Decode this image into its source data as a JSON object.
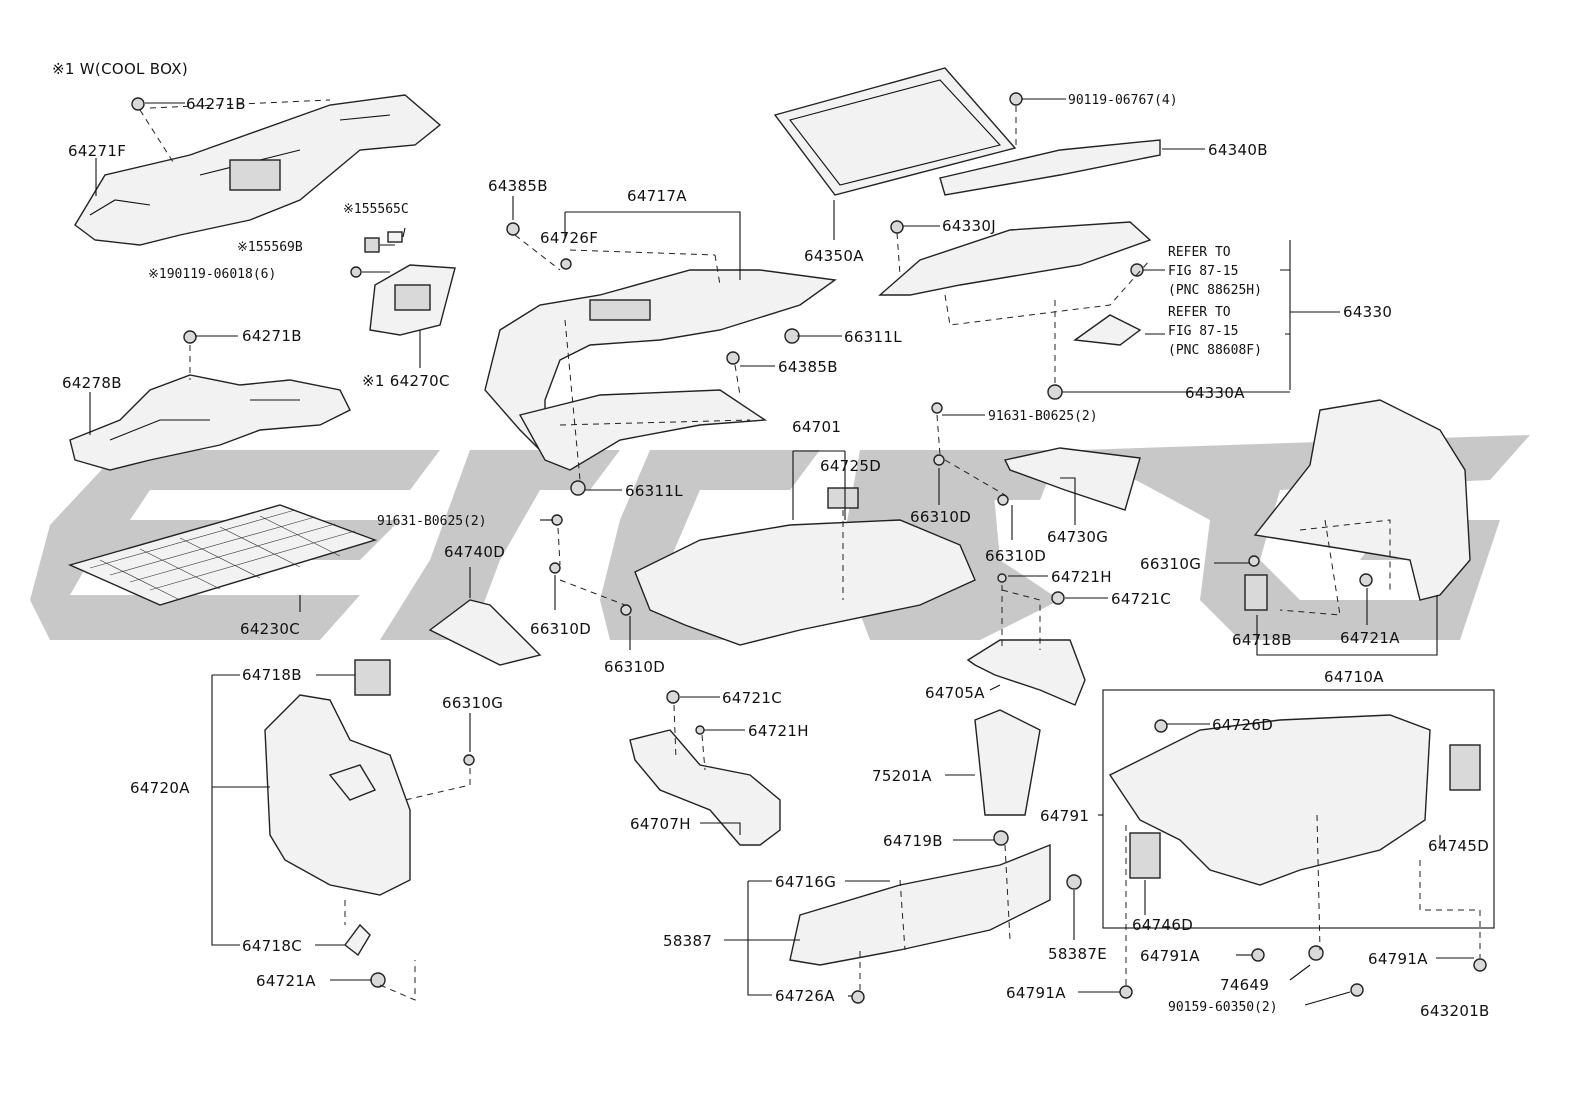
{
  "header_note": "※1 W(COOL BOX)",
  "figure_id": "643201B",
  "labels": {
    "p64271B_a": "64271B",
    "p64271F": "64271F",
    "p55565C": "※155565C",
    "p55569B": "※155569B",
    "p90119_06018": "※190119-06018(6)",
    "p64271B_b": "64271B",
    "p64278B": "64278B",
    "p64270C": "※1 64270C",
    "p64230C": "64230C",
    "p64385B_a": "64385B",
    "p64717A": "64717A",
    "p64726F": "64726F",
    "p66311L_a": "66311L",
    "p64385B_b": "64385B",
    "p66311L_b": "66311L",
    "p91631_a": "91631-B0625(2)",
    "p64740D": "64740D",
    "p66310D_a": "66310D",
    "p66310D_b": "66310D",
    "p90119_06767": "90119-06767(4)",
    "p64340B": "64340B",
    "p64350A": "64350A",
    "p64330J": "64330J",
    "refer1_a": "REFER TO",
    "refer1_b": "FIG 87-15",
    "refer1_c": "(PNC 88625H)",
    "refer2_a": "REFER TO",
    "refer2_b": "FIG 87-15",
    "refer2_c": "(PNC 88608F)",
    "p64330": "64330",
    "p64330A": "64330A",
    "p91631_b": "91631-B0625(2)",
    "p64701": "64701",
    "p64725D": "64725D",
    "p66310D_c": "66310D",
    "p66310D_d": "66310D",
    "p64730G": "64730G",
    "p64721H_a": "64721H",
    "p64721C_a": "64721C",
    "p64705A": "64705A",
    "p66310G_a": "66310G",
    "p64718B_a": "64718B",
    "p64721A_a": "64721A",
    "p64710A": "64710A",
    "p64718B_b": "64718B",
    "p66310G_b": "66310G",
    "p64720A": "64720A",
    "p64718C": "64718C",
    "p64721A_b": "64721A",
    "p64721C_b": "64721C",
    "p64721H_b": "64721H",
    "p64707H": "64707H",
    "p75201A": "75201A",
    "p64719B": "64719B",
    "p64716G": "64716G",
    "p58387": "58387",
    "p58387E": "58387E",
    "p64726A": "64726A",
    "p64791A_a": "64791A",
    "p64726D": "64726D",
    "p64791": "64791",
    "p64745D": "64745D",
    "p64746D": "64746D",
    "p64791A_b": "64791A",
    "p74649": "74649",
    "p64791A_c": "64791A",
    "p90159": "90159-60350(2)"
  }
}
